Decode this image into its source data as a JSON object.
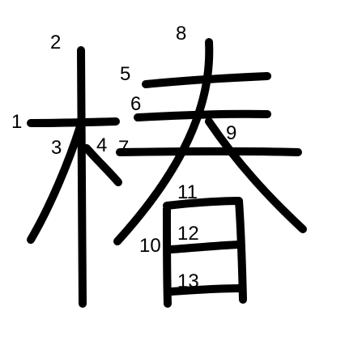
{
  "diagram": {
    "character": "椿",
    "stroke_count": 13,
    "stroke_color": "#000000",
    "background_color": "#ffffff",
    "stroke_labels": [
      "1",
      "2",
      "3",
      "4",
      "5",
      "6",
      "7",
      "8",
      "9",
      "10",
      "11",
      "12",
      "13"
    ]
  }
}
